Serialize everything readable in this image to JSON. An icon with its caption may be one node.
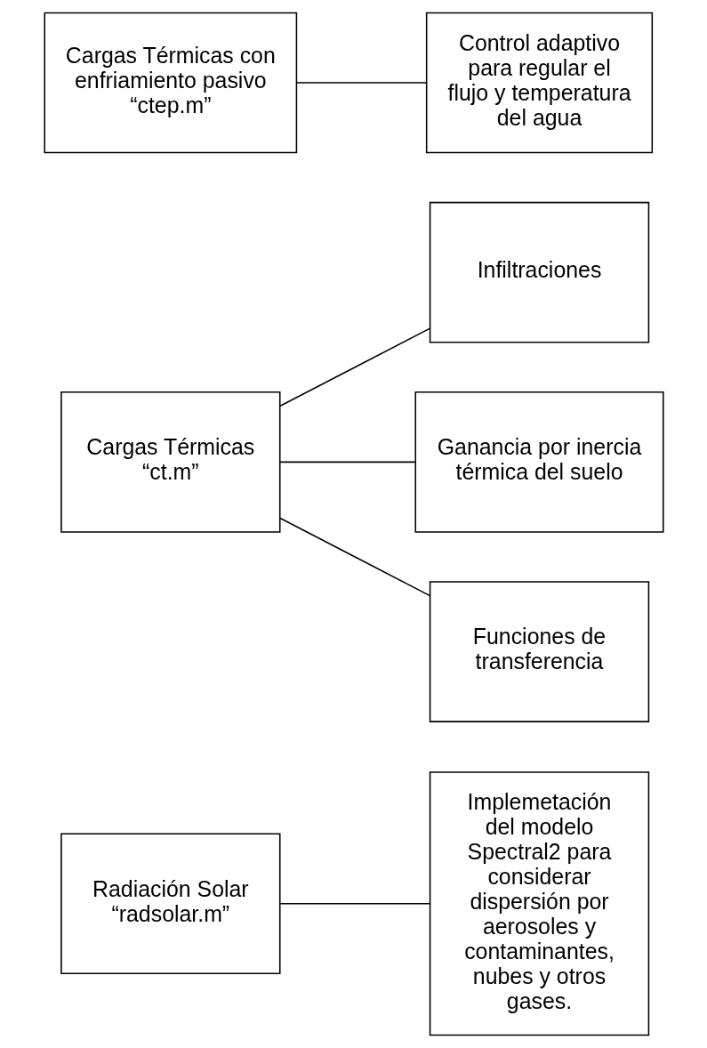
{
  "diagram": {
    "nodes": [
      {
        "text": [
          "Radiación Solar",
          "“radsolar.m”"
        ]
      },
      {
        "text": [
          "Implemetación del modelo Spectral2 para considerar dispersión por aerosoles y contaminantes, nubes y otros gases."
        ]
      },
      {
        "text": [
          "Cargas Térmicas",
          "“ct.m”"
        ]
      },
      {
        "text": [
          "Infiltraciones"
        ]
      },
      {
        "text": [
          "Ganancia por inercia térmica del suelo"
        ]
      },
      {
        "text": [
          "Funciones de transferencia"
        ]
      },
      {
        "text": [
          "Cargas Térmicas con enfriamiento pasivo",
          "“ctep.m”"
        ]
      },
      {
        "text": [
          "Control adaptivo para regular el flujo y temperatura del agua"
        ]
      }
    ],
    "edges": [
      {
        "from": 0,
        "to": 1,
        "arrow": "none"
      },
      {
        "from": 2,
        "to": 3,
        "arrow": "none"
      },
      {
        "from": 2,
        "to": 4,
        "arrow": "none"
      },
      {
        "from": 2,
        "to": 5,
        "arrow": "none"
      },
      {
        "from": 6,
        "to": 7,
        "arrow": "none"
      }
    ]
  }
}
